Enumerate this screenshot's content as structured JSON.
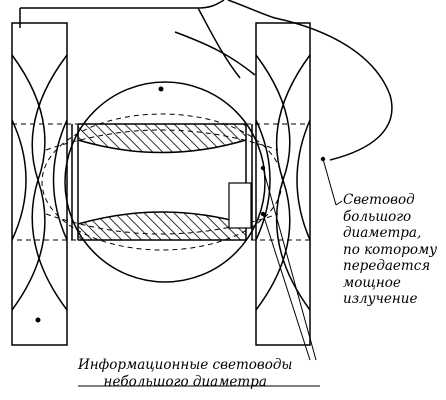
{
  "labels": {
    "large_fiber": [
      "Световод",
      "большого",
      "диаметра,",
      "по которому",
      "передается",
      "мощное",
      "излучение"
    ],
    "small_fibers": [
      "Информационные световоды",
      "небольшого диаметра"
    ]
  },
  "colors": {
    "stroke": "#000000",
    "background": "#ffffff"
  }
}
